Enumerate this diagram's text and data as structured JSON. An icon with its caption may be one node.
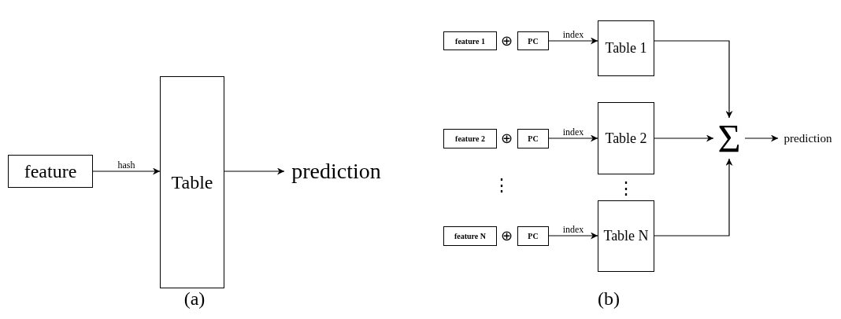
{
  "diagram": {
    "nodes": [
      {
        "text": [
          "feature"
        ]
      },
      {
        "text": [
          "Table"
        ]
      },
      {
        "text": [
          "prediction"
        ]
      },
      {
        "text": [
          "feature 1"
        ]
      },
      {
        "text": [
          "PC"
        ]
      },
      {
        "text": [
          "Table 1"
        ]
      },
      {
        "text": [
          "feature 2"
        ]
      },
      {
        "text": [
          "PC"
        ]
      },
      {
        "text": [
          "Table 2"
        ]
      },
      {
        "text": [
          "feature N"
        ]
      },
      {
        "text": [
          "PC"
        ]
      },
      {
        "text": [
          "Table N"
        ]
      },
      {
        "text": [
          "Σ"
        ]
      },
      {
        "text": [
          "prediction"
        ]
      }
    ],
    "edges": [
      {
        "from": 0,
        "to": 1,
        "arrow": "to",
        "label": "hash"
      },
      {
        "from": 1,
        "to": 2,
        "arrow": "to"
      },
      {
        "from": 4,
        "to": 5,
        "arrow": "to",
        "label": "index"
      },
      {
        "from": 7,
        "to": 8,
        "arrow": "to",
        "label": "index"
      },
      {
        "from": 10,
        "to": 11,
        "arrow": "to",
        "label": "index"
      },
      {
        "from": 5,
        "to": 12,
        "arrow": "to"
      },
      {
        "from": 8,
        "to": 12,
        "arrow": "to"
      },
      {
        "from": 11,
        "to": 12,
        "arrow": "to"
      },
      {
        "from": 12,
        "to": 13,
        "arrow": "to"
      }
    ],
    "labels": [
      "⊕",
      "⊕",
      "⋮",
      "⋮",
      "⊕",
      "(a)",
      "(b)"
    ]
  }
}
